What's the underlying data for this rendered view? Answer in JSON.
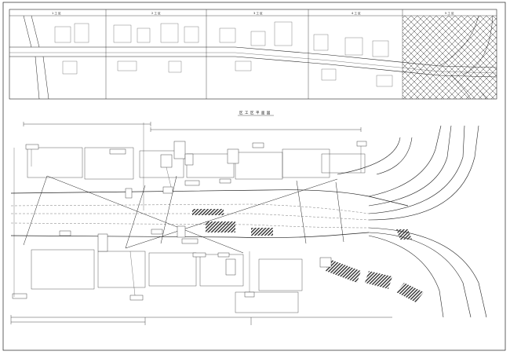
{
  "title": "区 工 区 平 面 図",
  "sections": [
    "1 工 区",
    "2 工 区",
    "3 工 区",
    "4 工 区",
    "5 工 区"
  ],
  "colors": {
    "line": "#222222",
    "paper": "#ffffff",
    "hatch": "#333333"
  }
}
